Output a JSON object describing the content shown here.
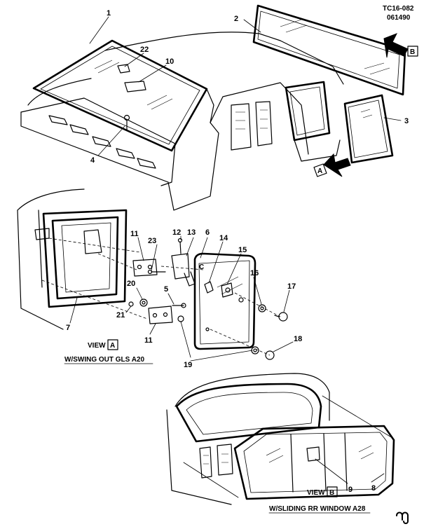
{
  "header": {
    "code": "TC16-082",
    "date_code": "061490"
  },
  "callouts": [
    "1",
    "2",
    "3",
    "4",
    "5",
    "6",
    "7",
    "8",
    "9",
    "10",
    "11",
    "11",
    "12",
    "13",
    "14",
    "15",
    "16",
    "17",
    "18",
    "19",
    "20",
    "21",
    "22",
    "23"
  ],
  "views": {
    "a": {
      "label": "VIEW",
      "letter": "A",
      "caption": "W/SWING OUT GLS A20"
    },
    "b": {
      "label": "VIEW",
      "letter": "B",
      "caption": "W/SLIDING RR WINDOW  A28"
    }
  },
  "arrows": {
    "a_letter": "A",
    "b_letter": "B"
  },
  "logo": "GM mark"
}
